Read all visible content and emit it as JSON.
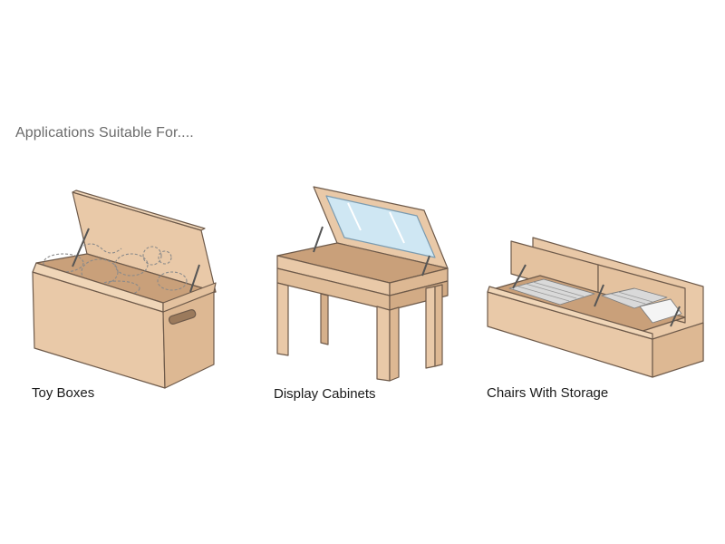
{
  "heading": "Applications Suitable For....",
  "applications": [
    {
      "label": "Toy Boxes",
      "icon": "toy-box-icon"
    },
    {
      "label": "Display Cabinets",
      "icon": "display-cabinet-icon"
    },
    {
      "label": "Chairs With Storage",
      "icon": "storage-bench-icon"
    }
  ],
  "colors": {
    "wood_light": "#e9c9a8",
    "wood_mid": "#ddb893",
    "wood_dark": "#c9a07a",
    "outline": "#6e5a4a",
    "glass": "#cfe7f3",
    "text_heading": "#6b6b6b",
    "text_caption": "#1a1a1a"
  }
}
